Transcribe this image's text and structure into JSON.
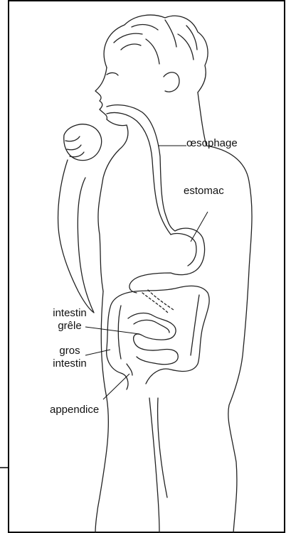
{
  "labels": {
    "oesophage": "œsophage",
    "estomac": "estomac",
    "intestin_grele_line1": "intestin",
    "intestin_grele_line2": "grêle",
    "gros_intestin_line1": "gros",
    "gros_intestin_line2": "intestin",
    "appendice": "appendice"
  },
  "colors": {
    "line": "#222222",
    "background": "#ffffff",
    "frame": "#000000"
  }
}
